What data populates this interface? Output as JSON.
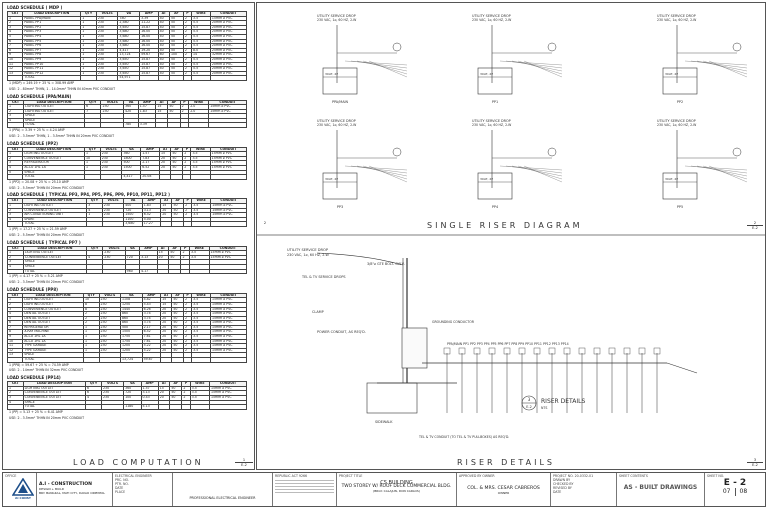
{
  "left_panel": {
    "schedules": [
      {
        "title": "LOAD SCHEDULE   ( MDP )",
        "headers": [
          "CKT",
          "LOAD DESCRIPTION",
          "QTY",
          "VOLTS",
          "VA",
          "AMP",
          "AT",
          "AF",
          "P",
          "WIRE",
          "CONDUIT"
        ],
        "rows": [
          [
            "1",
            "PANEL PPA/MAIN",
            "1",
            "230",
            "780",
            "3.39",
            "40",
            "50",
            "2",
            "3.5",
            "15mm ⌀ PVC"
          ],
          [
            "2",
            "PANEL PP1",
            "1",
            "230",
            "2,580",
            "11.22",
            "40",
            "50",
            "2",
            "5.5",
            "20mm ⌀ PVC"
          ],
          [
            "3",
            "PANEL PP2",
            "1",
            "230",
            "3,650",
            "15.87",
            "40",
            "50",
            "2",
            "5.5",
            "20mm ⌀ PVC"
          ],
          [
            "4",
            "PANEL PP3",
            "1",
            "230",
            "3,680",
            "16.00",
            "40",
            "50",
            "2",
            "5.5",
            "20mm ⌀ PVC"
          ],
          [
            "5",
            "PANEL PP4",
            "1",
            "230",
            "3,680",
            "16.00",
            "40",
            "50",
            "2",
            "5.5",
            "20mm ⌀ PVC"
          ],
          [
            "6",
            "PANEL PP5",
            "1",
            "230",
            "3,680",
            "16.00",
            "40",
            "50",
            "2",
            "5.5",
            "20mm ⌀ PVC"
          ],
          [
            "7",
            "PANEL PP6",
            "1",
            "230",
            "3,680",
            "16.00",
            "40",
            "50",
            "2",
            "5.5",
            "20mm ⌀ PVC"
          ],
          [
            "8",
            "PANEL PP7",
            "1",
            "230",
            "4,417",
            "19.20",
            "40",
            "50",
            "2",
            "8.0",
            "25mm ⌀ PVC"
          ],
          [
            "9",
            "PANEL PP8",
            "1",
            "230",
            "13,724",
            "59.67",
            "60",
            "100",
            "2",
            "14",
            "32mm ⌀ PVC"
          ],
          [
            "10",
            "PANEL PP9",
            "1",
            "230",
            "3,650",
            "15.87",
            "40",
            "50",
            "2",
            "5.5",
            "20mm ⌀ PVC"
          ],
          [
            "11",
            "PANEL PP10",
            "1",
            "230",
            "3,650",
            "15.87",
            "40",
            "50",
            "2",
            "5.5",
            "20mm ⌀ PVC"
          ],
          [
            "12",
            "PANEL PP11",
            "1",
            "230",
            "3,650",
            "15.87",
            "40",
            "50",
            "2",
            "5.5",
            "20mm ⌀ PVC"
          ],
          [
            "13",
            "PANEL PP12",
            "1",
            "230",
            "3,650",
            "15.87",
            "40",
            "50",
            "2",
            "5.5",
            "20mm ⌀ PVC"
          ],
          [
            "",
            "TOTAL",
            "",
            "",
            "54,971",
            "",
            "",
            "",
            "",
            "",
            ""
          ]
        ],
        "notes": [
          "1 (MDP) = 249.19 + 25 % = 308.99 AMP",
          "USE: 2 - 80mm² THHN, 1 - 14.0mm² THHN IN 40mm PVC CONDUIT"
        ]
      },
      {
        "title": "LOAD SCHEDULE  (PPA/MAIN)",
        "headers": [
          "CKT",
          "LOAD DESCRIPTION",
          "QTY",
          "VOLTS",
          "VA",
          "AMP",
          "AT",
          "AF",
          "P",
          "WIRE",
          "CONDUIT"
        ],
        "rows": [
          [
            "1",
            "LIGHTING OUTLET",
            "6",
            "230",
            "360",
            "1.57",
            "15",
            "50",
            "2",
            "2.0",
            "15mm ⌀ PVC"
          ],
          [
            "2",
            "LIGHTING OUTLET",
            "7",
            "230",
            "420",
            "1.83",
            "15",
            "50",
            "2",
            "2.0",
            "15mm ⌀ PVC"
          ],
          [
            "3",
            "SPACE",
            "",
            "",
            "",
            "",
            "",
            "",
            "",
            "",
            ""
          ],
          [
            "4",
            "SPACE",
            "",
            "",
            "",
            "",
            "",
            "",
            "",
            "",
            ""
          ],
          [
            "",
            "TOTAL",
            "",
            "",
            "780",
            "3.39",
            "",
            "",
            "",
            "",
            ""
          ]
        ],
        "notes": [
          "1 (PPA) = 3.39 + 25 % = 4.24 AMP",
          "USE: 2 - 3.5mm² THHN, 1 - 3.5mm² THHN IN 20mm PVC CONDUIT"
        ]
      },
      {
        "title": "LOAD SCHEDULE  (PP2)",
        "headers": [
          "CKT",
          "LOAD DESCRIPTION",
          "QTY",
          "VOLTS",
          "VA",
          "AMP",
          "AT",
          "AF",
          "P",
          "WIRE",
          "CONDUIT"
        ],
        "rows": [
          [
            "1",
            "LIGHTING OUTLET",
            "1",
            "230",
            "360",
            "1.57",
            "15",
            "50",
            "2",
            "3.5",
            "15mm ⌀ PVC"
          ],
          [
            "2",
            "CONVENIENCE OUTLET",
            "10",
            "230",
            "1800",
            "7.83",
            "20",
            "50",
            "2",
            "3.5",
            "15mm ⌀ PVC"
          ],
          [
            "3",
            "REFRIGERATOR",
            "1",
            "230",
            "500",
            "2.17",
            "20",
            "50",
            "2",
            "3.5",
            "15mm ⌀ PVC"
          ],
          [
            "4",
            "ACCU 1HL 1A",
            "1",
            "230",
            "1500",
            "6.52",
            "20",
            "50",
            "2",
            "3.5",
            "15mm ⌀ PVC"
          ],
          [
            "5",
            "SPACE",
            "",
            "",
            "",
            "",
            "",
            "",
            "",
            "",
            ""
          ],
          [
            "",
            "TOTAL",
            "",
            "",
            "4,417",
            "20.08",
            "",
            "",
            "",
            "",
            ""
          ]
        ],
        "notes": [
          "1 (PP2) = 20.08 + 25 % = 25.10 AMP",
          "USE: 2 - 5.5mm² THHN IN 20mm PVC CONDUIT"
        ]
      },
      {
        "title": "LOAD SCHEDULE  ( TYPICAL PP3, PP4, PP5, PP6, PP9, PP10, PP11, PP12 )",
        "headers": [
          "CKT",
          "LOAD DESCRIPTION",
          "QTY",
          "VOLTS",
          "VA",
          "AMP",
          "AT",
          "AF",
          "P",
          "WIRE",
          "CONDUIT"
        ],
        "rows": [
          [
            "1",
            "LIGHTING OUTLET",
            "3",
            "230",
            "400",
            "1.83",
            "15",
            "50",
            "2",
            "3.5",
            "15mm ⌀ PVC"
          ],
          [
            "2",
            "CONVENIENCE OUTLET",
            "4",
            "230",
            "720",
            "3.13",
            "20",
            "50",
            "2",
            "3.5",
            "15mm ⌀ PVC"
          ],
          [
            "3",
            "AIR CONDITIONING UNIT",
            "1",
            "230",
            "1500",
            "6.52",
            "20",
            "50",
            "2",
            "3.5",
            "15mm ⌀ PVC"
          ],
          [
            "4",
            "SPARE",
            "",
            "",
            "1100",
            "5.00",
            "",
            "",
            "",
            "",
            ""
          ],
          [
            "",
            "TOTAL",
            "",
            "",
            "3,680",
            "17.27",
            "",
            "",
            "",
            "",
            ""
          ]
        ],
        "notes": [
          "1 (PP) = 17.27 + 25 % = 21.59 AMP",
          "USE: 2 - 5.5mm² THHN IN 20mm PVC CONDUIT"
        ]
      },
      {
        "title": "LOAD SCHEDULE  ( TYPICAL PP7 )",
        "headers": [
          "CKT",
          "LOAD DESCRIPTION",
          "QTY",
          "VOLTS",
          "VA",
          "AMP",
          "AT",
          "AF",
          "P",
          "WIRE",
          "CONDUIT"
        ],
        "rows": [
          [
            "1",
            "LIGHTING OUTLET",
            "",
            "230",
            "",
            "",
            "15",
            "50",
            "2",
            "3.5",
            "15mm ⌀ PVC"
          ],
          [
            "2",
            "CONVENIENCE OUTLET",
            "4",
            "230",
            "720",
            "3.13",
            "20",
            "50",
            "2",
            "3.5",
            "15mm ⌀ PVC"
          ],
          [
            "3",
            "SPACE",
            "",
            "",
            "",
            "",
            "",
            "",
            "",
            "",
            ""
          ],
          [
            "4",
            "SPACE",
            "",
            "",
            "",
            "",
            "",
            "",
            "",
            "",
            ""
          ],
          [
            "",
            "TOTAL",
            "",
            "",
            "960",
            "4.17",
            "",
            "",
            "",
            "",
            ""
          ]
        ],
        "notes": [
          "1 (PP) = 4.17 + 25 % = 5.21 AMP",
          "USE: 2 - 3.5mm² THHN IN 20mm PVC CONDUIT"
        ]
      },
      {
        "title": "LOAD SCHEDULE  (PP8)",
        "headers": [
          "CKT",
          "LOAD DESCRIPTION",
          "QTY",
          "VOLTS",
          "VA",
          "AMP",
          "AT",
          "AF",
          "P",
          "WIRE",
          "CONDUIT"
        ],
        "rows": [
          [
            "1",
            "LIGHTING OUTLET",
            "10",
            "230",
            "1108",
            "4.82",
            "15",
            "50",
            "2",
            "3.5",
            "15mm ⌀ PVC"
          ],
          [
            "2",
            "LIGHTING OUTLET",
            "8",
            "230",
            "1250",
            "5.43",
            "15",
            "50",
            "2",
            "3.5",
            "15mm ⌀ PVC"
          ],
          [
            "3",
            "CONVENIENCE OUTLET",
            "8",
            "230",
            "1440",
            "6.26",
            "20",
            "50",
            "2",
            "3.5",
            "15mm ⌀ PVC"
          ],
          [
            "4",
            "DENTAL OUTLET",
            "2",
            "230",
            "860",
            "3.74",
            "20",
            "50",
            "2",
            "3.5",
            "15mm ⌀ PVC"
          ],
          [
            "5",
            "DENTAL OUTLET",
            "2",
            "230",
            "860",
            "3.74",
            "20",
            "50",
            "2",
            "3.5",
            "15mm ⌀ PVC"
          ],
          [
            "6",
            "DENTAL OUTLET",
            "2",
            "230",
            "860",
            "3.74",
            "20",
            "50",
            "2",
            "3.5",
            "15mm ⌀ PVC"
          ],
          [
            "7",
            "REFRIGERATOR",
            "1",
            "230",
            "500",
            "2.17",
            "20",
            "50",
            "2",
            "3.5",
            "15mm ⌀ PVC"
          ],
          [
            "8",
            "X-RAY MACHINE",
            "1",
            "230",
            "1500",
            "6.52",
            "20",
            "50",
            "2",
            "3.5",
            "15mm ⌀ PVC"
          ],
          [
            "9",
            "ACCU 1HL 1A",
            "1",
            "230",
            "1750",
            "7.61",
            "20",
            "50",
            "2",
            "3.5",
            "15mm ⌀ PVC"
          ],
          [
            "10",
            "ACCU 1HL 1A",
            "1",
            "230",
            "1750",
            "7.61",
            "20",
            "50",
            "2",
            "3.5",
            "15mm ⌀ PVC"
          ],
          [
            "11",
            "TYPE GARAGE",
            "1",
            "230",
            "1200",
            "5.22",
            "20",
            "50",
            "2",
            "3.5",
            "15mm ⌀ PVC"
          ],
          [
            "12",
            "TYPE GARAGE",
            "1",
            "230",
            "1200",
            "5.22",
            "20",
            "50",
            "2",
            "3.5",
            "15mm ⌀ PVC"
          ],
          [
            "13",
            "SPACE",
            "",
            "",
            "",
            "",
            "",
            "",
            "",
            "",
            ""
          ],
          [
            "",
            "TOTAL",
            "",
            "",
            "13,724",
            "59.67",
            "",
            "",
            "",
            "",
            ""
          ]
        ],
        "notes": [
          "1 (PP8) = 59.67 + 25 % = 74.59 AMP",
          "USE: 2 - 14mm² THHN IN 32mm PVC CONDUIT"
        ]
      },
      {
        "title": "LOAD SCHEDULE  (PP14)",
        "headers": [
          "CKT",
          "LOAD DESCRIPTION",
          "QTY",
          "VOLTS",
          "VA",
          "AMP",
          "AT",
          "AF",
          "P",
          "WIRE",
          "CONDUIT"
        ],
        "rows": [
          [
            "1",
            "LIGHTING OUTLET",
            "6",
            "230",
            "360",
            "1.57",
            "15",
            "50",
            "2",
            "3.5",
            "15mm ⌀ PVC"
          ],
          [
            "2",
            "CONVENIENCE OUTLET",
            "6",
            "230",
            "720",
            "3.13",
            "20",
            "50",
            "2",
            "3.5",
            "15mm ⌀ PVC"
          ],
          [
            "3",
            "CONVENIENCE OUTLET",
            "4",
            "230",
            "100",
            "0.43",
            "20",
            "50",
            "2",
            "3.5",
            "15mm ⌀ PVC"
          ],
          [
            "4",
            "SPACE",
            "",
            "",
            "",
            "",
            "",
            "",
            "",
            "",
            ""
          ],
          [
            "",
            "TOTAL",
            "",
            "",
            "1180",
            "5.13",
            "",
            "",
            "",
            "",
            ""
          ]
        ],
        "notes": [
          "1 (PP) = 5.13 + 25 % = 6.41 AMP",
          "USE: 2 - 3.5mm² THHN IN 20mm PVC CONDUIT"
        ]
      }
    ],
    "caption": "LOAD COMPUTATION",
    "ref": {
      "num": "1",
      "sheet": "E-2"
    }
  },
  "riser_top": {
    "caption": "SINGLE RISER DIAGRAM",
    "ref": {
      "num": "2",
      "sheet": "E-2"
    },
    "utility_label": "UTILITY SERVICE DROP",
    "utility_spec": "230 VAC, 1⌀, 60 HZ, 2-W",
    "panel_label": "30AT, 2P",
    "panels": [
      "PPA/MAIN",
      "PP1",
      "PP2",
      "PP3",
      "PP4",
      "PP5",
      "PP6"
    ]
  },
  "riser_bottom": {
    "caption": "RISER DETAILS",
    "ref": {
      "num": "3",
      "sheet": "E-2"
    },
    "detail_title": "RISER DETAILS",
    "detail_scale": "NTS",
    "labels": {
      "utility": "UTILITY SERVICE DROP",
      "utility_spec": "230 VAC, 1⌀, 60 HZ, 2-W",
      "stem": "3/8\"⌀ GTE BOLT- GALV.",
      "tel": "TEL & TV SERVICE DROPS",
      "clamp": "CLAMP",
      "power": "POWER CONDUIT, AS REQ'D.",
      "mdp_note": "GROUNDING CONDUCTOR",
      "tel_conduit": "TEL & TV CONDUIT (TO TEL & TV PULLBOXES) AS REQ'D.",
      "sidewalk": "SIDEWALK",
      "panels": "PPA/MAIN PP1 PP2 PP3 PP4 PP5 PP6 PP7 PP8 PP9 PP10 PP11 PP12 PP13 PP14"
    }
  },
  "title_block": {
    "office_label": "OFFICE",
    "company": "A.I - CONSTRUCTION",
    "company_sub": "DESIGN + BUILD",
    "company_addr": "BRY. BANGKAL, MATI CITY, DAVAO ORIENTAL",
    "logo": "AI CONST",
    "engineer_label": "ELECTRICAL ENGINEER",
    "prc_label": "PRC. NO.",
    "ptr_label": "PTR. NO.",
    "date_label": "DATE",
    "place_label": "PLACE",
    "engineer_role": "PROFESSIONAL ELECTRICAL ENGINEER",
    "republic": "REPUBLIC ACT 9266",
    "project_title_label": "PROJECT TITLE",
    "project_title": "CS BUILDING",
    "project_sub": "TWO STOREY W/ ROOF DECK COMMERCIAL BLDG.",
    "project_addr": "(BRGY. CALAJUN, DON CARLOS)",
    "approved_label": "APPROVED BY OWNER",
    "owner": "COL. & MRS. CESAR CABREROS",
    "owner_role": "OWNER",
    "project_no_label": "PROJECT NO.",
    "project_no": "20-0332-01",
    "drawn_label": "DRAWN BY",
    "checked_label": "CHECKED BY",
    "revised_label": "REVISED BY",
    "date2_label": "DATE",
    "sheet_contents_label": "SHEET CONTENTS",
    "sheet_contents": "AS - BUILT DRAWINGS",
    "sheet_no_label": "SHEET NO.",
    "sheet_no": "E - 2",
    "sheet_of": "07",
    "sheet_total": "08"
  }
}
